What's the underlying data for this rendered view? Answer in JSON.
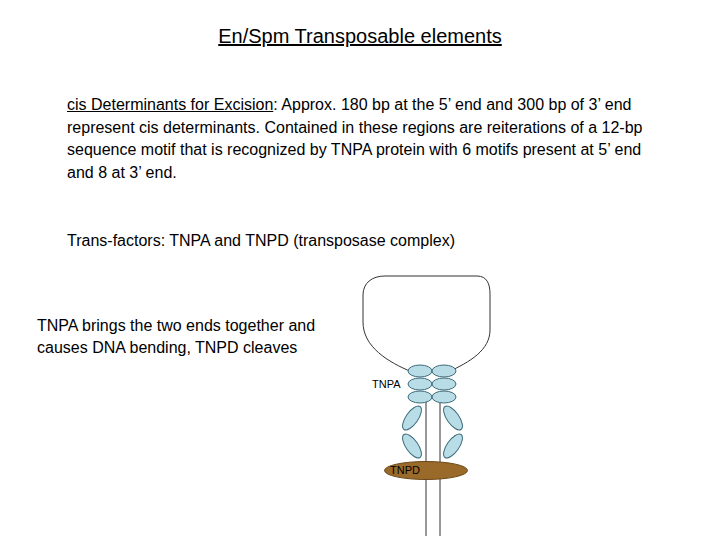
{
  "diagram": {
    "title": "En/Spm Transposable elements",
    "nodes": [
      {
        "text": [
          "TNPD"
        ]
      }
    ],
    "labels": [
      "cis Determinants for Excision",
      ": Approx. 180 bp at the 5’ end and 300 bp of 3’ end represent cis determinants.  Contained in these regions are reiterations of a 12-bp sequence motif that is recognized by TNPA protein with 6 motifs present at 5’ end and 8 at 3’ end.",
      "Trans-factors: TNPA and TNPD (transposase complex)",
      "TNPA brings the two ends together and causes DNA bending, TNPD cleaves",
      "TNPA"
    ]
  }
}
